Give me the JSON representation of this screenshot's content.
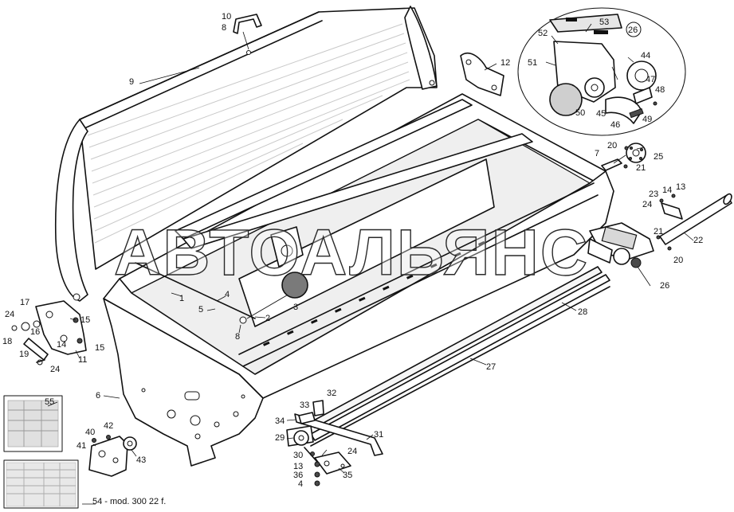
{
  "watermark": "АВТОАЛЬЯНС",
  "detail_view": {
    "label": "26"
  },
  "bottom_caption": "54 - mod. 300 22 f.",
  "callouts": {
    "c1": "1",
    "c2": "2",
    "c3": "3",
    "c4": "4",
    "c4b": "4",
    "c5": "5",
    "c6": "6",
    "c7": "7",
    "c8a": "8",
    "c8b": "8",
    "c9": "9",
    "c10": "10",
    "c11": "11",
    "c12": "12",
    "c13a": "13",
    "c13b": "13",
    "c14a": "14",
    "c14b": "14",
    "c15a": "15",
    "c15b": "15",
    "c16": "16",
    "c17": "17",
    "c18": "18",
    "c19": "19",
    "c20a": "20",
    "c20b": "20",
    "c21a": "21",
    "c21b": "21",
    "c22": "22",
    "c23": "23",
    "c24a": "24",
    "c24b": "24",
    "c24c": "24",
    "c24d": "24",
    "c25": "25",
    "c26": "26",
    "c27": "27",
    "c28": "28",
    "c29": "29",
    "c30": "30",
    "c31": "31",
    "c32": "32",
    "c33": "33",
    "c34": "34",
    "c35": "35",
    "c36": "36",
    "c40": "40",
    "c41": "41",
    "c42": "42",
    "c43": "43",
    "c44": "44",
    "c45": "45",
    "c46": "46",
    "c47": "47",
    "c48": "48",
    "c49": "49",
    "c50": "50",
    "c51": "51",
    "c52": "52",
    "c53": "53",
    "c55": "55"
  }
}
